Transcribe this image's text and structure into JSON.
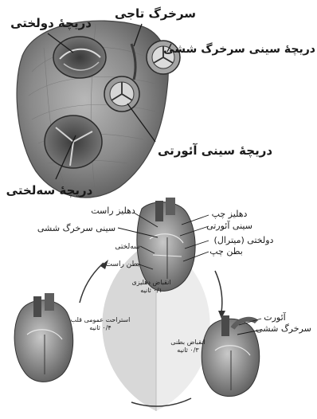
{
  "valves_view": {
    "labels": {
      "mitral_valve": "دریچهٔ دولختی",
      "coronary_artery": "سرخرگ تاجی",
      "pulmonary_valve": "دریچهٔ سینی سرخرگ ششی",
      "aortic_valve": "دریچهٔ سینی آئورتی",
      "tricuspid_valve": "دریچهٔ سه‌لختی"
    }
  },
  "cycle_view": {
    "heart_labels": {
      "right_atrium": "دهلیز راست",
      "left_atrium": "دهلیز چپ",
      "aortic_semilunar": "سینی آئورتی",
      "pulmonary_semilunar": "سینی سرخرگ ششی",
      "mitral": "دولختی (میترال)",
      "tricuspid": "سه‌لختی",
      "left_ventricle": "بطن چپ",
      "right_ventricle": "بطن راست"
    },
    "output_labels": {
      "aorta": "آئورت",
      "pulmonary_artery": "سرخرگ ششی"
    },
    "phases": [
      {
        "name": "انقباض دهلیزی",
        "duration": "۰/۱ ثانیه"
      },
      {
        "name": "انقباض بطنی",
        "duration": "۰/۳ ثانیه"
      },
      {
        "name": "استراحت عمومی قلب",
        "duration": "۰/۴ ثانیه"
      }
    ]
  }
}
